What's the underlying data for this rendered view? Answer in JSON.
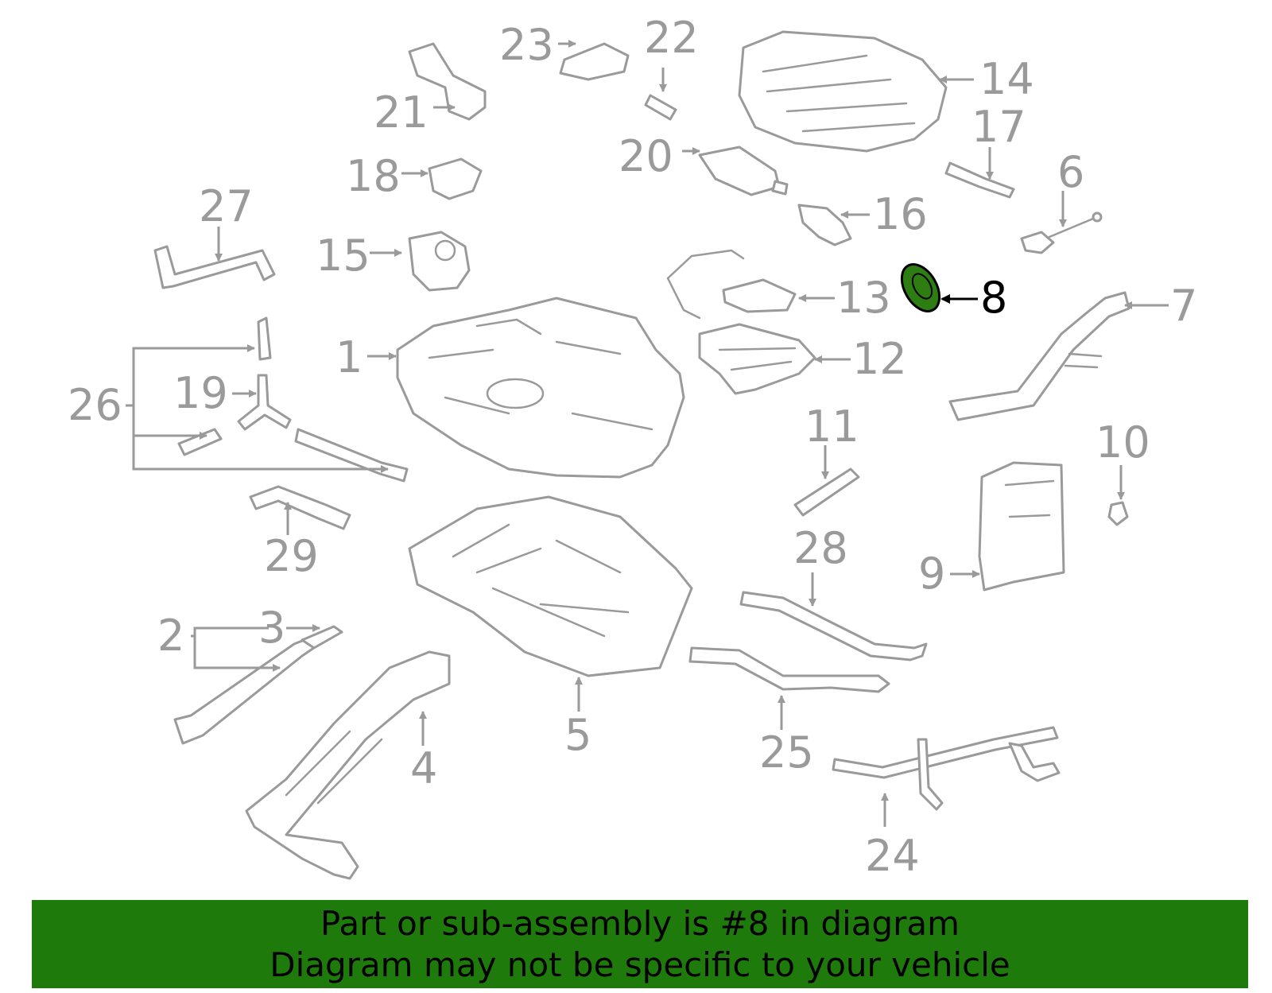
{
  "colors": {
    "part_outline": "#9a9a9a",
    "highlight_fill": "#2e7d12",
    "highlight_text": "#000000",
    "banner_background": "#1f7a0c",
    "banner_text": "#000000"
  },
  "highlighted_part": "8",
  "callouts": [
    "1",
    "2",
    "3",
    "4",
    "5",
    "6",
    "7",
    "8",
    "9",
    "10",
    "11",
    "12",
    "13",
    "14",
    "15",
    "16",
    "17",
    "18",
    "19",
    "20",
    "21",
    "22",
    "23",
    "24",
    "25",
    "26",
    "27",
    "28",
    "29"
  ],
  "banner": {
    "line1": "Part or sub-assembly is #8 in diagram",
    "line2": "Diagram may not be specific to your vehicle"
  }
}
